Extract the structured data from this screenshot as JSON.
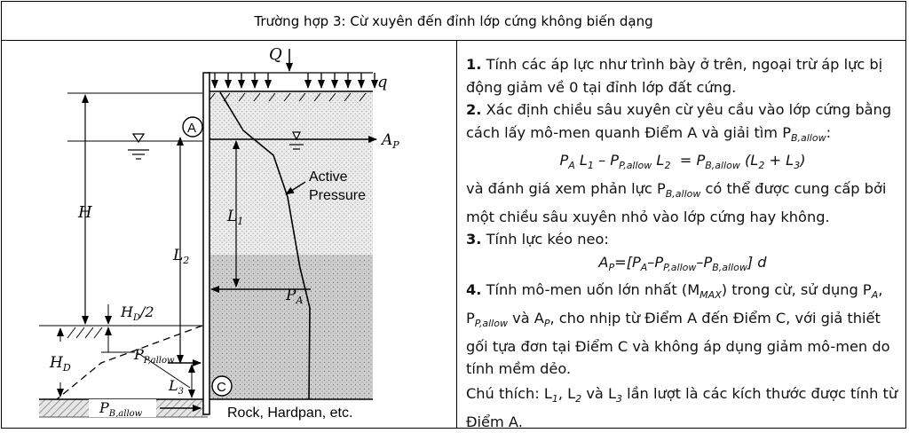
{
  "title": "Trường hợp 3: Cừ xuyên đến đỉnh lớp cứng không biến dạng",
  "diagram": {
    "load_Q": "Q",
    "load_q": "q",
    "point_A": "A",
    "point_C": "C",
    "AP": "A",
    "AP_sub": "P",
    "active_pressure_line1": "Active",
    "active_pressure_line2": "Pressure",
    "H": "H",
    "L1": "L",
    "L1_sub": "1",
    "L2": "L",
    "L2_sub": "2",
    "L3": "L",
    "L3_sub": "3",
    "PA": "P",
    "PA_sub": "A",
    "HD2": "H",
    "HD2_sub": "D",
    "HD2_suffix": "/2",
    "HD": "H",
    "HD_sub": "D",
    "PPallow": "P",
    "PPallow_sub": "P,allow",
    "PBallow": "P",
    "PBallow_sub": "B,allow",
    "rock_label": "Rock, Hardpan, etc."
  },
  "text": {
    "step1_num": "1.",
    "step1": "Tính các áp lực như trình bày ở trên, ngoại trừ áp lực bị động giảm về 0 tại đỉnh lớp đất cứng.",
    "step2_num": "2.",
    "step2": "Xác định chiều sâu xuyên cừ yêu cầu vào lớp cứng bằng cách lấy mô-men quanh Điểm A và giải tìm P",
    "step2_sub": "B,allow",
    "step2_end": ":",
    "eq1": "PA L1 – PP,allow L2 = PB,allow (L2 + L3)",
    "step2b_a": "và đánh giá xem phản lực P",
    "step2b_sub": "B,allow",
    "step2b_b": " có thể được cung cấp bởi một chiều sâu xuyên nhỏ vào lớp cứng hay không.",
    "step3_num": "3.",
    "step3": "Tính lực kéo neo:",
    "eq2": "AP=[PA–PP,allow–PB,allow] d",
    "step4_num": "4.",
    "step4_a": "Tính mô-men uốn lớn nhất (M",
    "step4_mmax_sub": "MAX",
    "step4_b": ") trong cừ, sử dụng P",
    "step4_pa_sub": "A",
    "step4_c": ", P",
    "step4_pp_sub": "P,allow",
    "step4_d": " và A",
    "step4_ap_sub": "P",
    "step4_e": ", cho nhịp từ Điểm A đến Điểm C, với giả thiết gối tựa đơn tại Điểm C và không áp dụng giảm mô-men do tính mềm dẻo.",
    "note_a": "Chú thích: L",
    "note_l1_sub": "1",
    "note_b": ", L",
    "note_l2_sub": "2",
    "note_c": " và L",
    "note_l3_sub": "3",
    "note_d": " lần lượt là các kích thước được tính từ Điểm A."
  }
}
